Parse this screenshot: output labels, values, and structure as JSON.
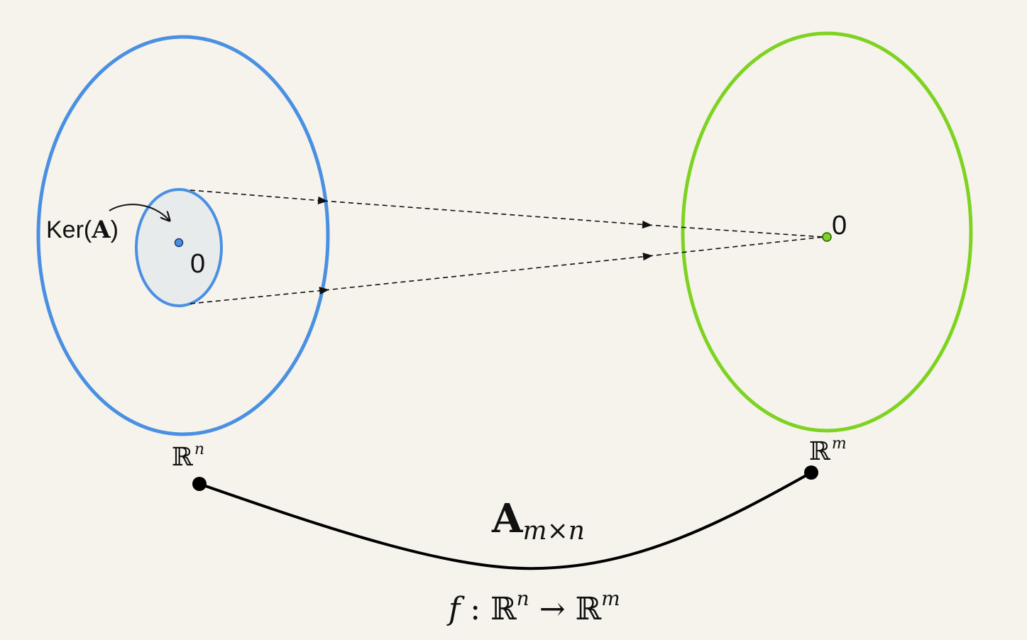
{
  "domain_space": {
    "label_base": "ℝ",
    "label_exp": "n",
    "color": "#4a90e2"
  },
  "kernel": {
    "label_prefix": "Ker(",
    "label_matrix": "A",
    "label_suffix": ")",
    "zero_label": "0",
    "fill": "#e8ebec",
    "point_color": "#4a90e2"
  },
  "codomain_space": {
    "label_base": "ℝ",
    "label_exp": "m",
    "color": "#7ed321",
    "zero_label": "0",
    "point_color": "#7ed321"
  },
  "matrix_label": {
    "base": "A",
    "subscript": "m×n"
  },
  "function_label": {
    "f": "f",
    "colon": " : ",
    "domain_base": "ℝ",
    "domain_exp": "n",
    "arrow": " → ",
    "codomain_base": "ℝ",
    "codomain_exp": "m"
  }
}
